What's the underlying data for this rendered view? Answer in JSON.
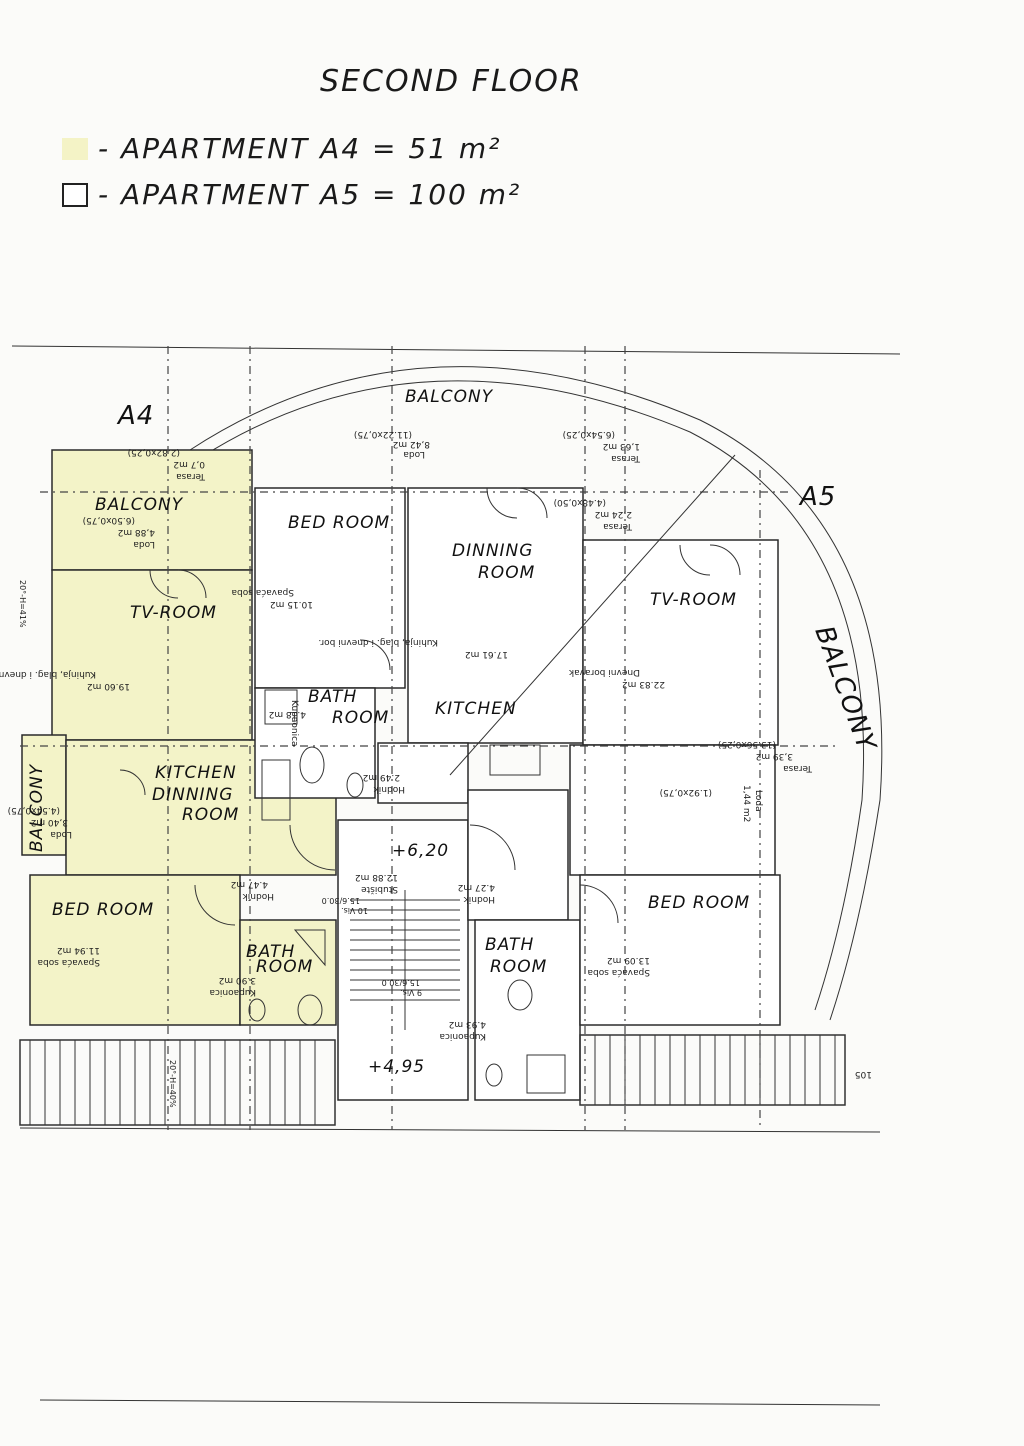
{
  "title": "SECOND FLOOR",
  "legend": {
    "a4": "- APARTMENT A4 = 51 m²",
    "a5": "- APARTMENT A5 = 100 m²"
  },
  "colors": {
    "a4_fill": "#f3f3c8",
    "a5_fill": "#ffffff"
  },
  "plan": {
    "label_a4": "A4",
    "label_a5": "A5",
    "rooms": {
      "balcony_top": "BALCONY",
      "a4_balcony": "BALCONY",
      "a4_tv_room": "TV-ROOM",
      "a4_kitchen": "KITCHEN",
      "a4_dinning": "DINNING",
      "a4_room": "ROOM",
      "a4_side_balcony": "BALCONY",
      "a4_bedroom": "BED ROOM",
      "a4_bath": "BATH",
      "a4_bath_room": "ROOM",
      "bedroom_center": "BED ROOM",
      "bath_center": "BATH",
      "bath_center_room": "ROOM",
      "dinning_room": "DINNING",
      "dinning_room2": "ROOM",
      "kitchen_center": "KITCHEN",
      "a5_tv_room": "TV-ROOM",
      "a5_bedroom": "BED ROOM",
      "a5_bath": "BATH",
      "a5_bath_room": "ROOM",
      "balcony_arc": "BALCONY"
    },
    "areas": {
      "top_balcony": "8,42 m2",
      "top_balcony_name": "Loda",
      "top_balcony_dims": "(11.22x0,75)",
      "terrace_right": "1,63 m2",
      "terrace_right_name": "Terasa",
      "terrace_right_dims": "(6.54x0,25)",
      "terrace_mid": "2,24 m2",
      "terrace_mid_name": "Terasa",
      "terrace_mid_dims": "(4.48x0,50)",
      "a4_terrace": "0,7 m2",
      "a4_terrace_name": "Terasa",
      "a4_terrace_dims": "(2.82x0,25)",
      "a4_loda": "4,88 m2",
      "a4_loda_name": "Loda",
      "a4_loda_dims": "(6.50x0,75)",
      "a4_living": "19.60 m2",
      "a4_living_name": "Kuhinja, blag. i dnevni bor.",
      "bedroom_c": "10.15 m2",
      "bedroom_c_name": "Spavaća soba",
      "kitchen_c": "17.61 m2",
      "kitchen_c_name": "Kuhinja, blag. i dnevni bor.",
      "a5_tv": "22.83 m2",
      "a5_tv_name": "Dnevni boravak",
      "bath_c": "4.18 m2",
      "bath_c_name": "Kupaonica",
      "hall_c": "2.49 m2",
      "hall_c_name": "Hodnik",
      "a5_terrace": "3,39 m2",
      "a5_terrace_name": "Terasa",
      "a5_terrace_dims": "(13.56x0,25)",
      "a5_loda": "1,44 m2",
      "a5_loda_name": "Loda",
      "a5_loda_dims": "(1.92x0,75)",
      "a4_side_loda": "3,40 m2",
      "a4_side_loda_name": "Loda",
      "a4_side_loda_dims": "(4.54x0,75)",
      "a4_hall": "4.47 m2",
      "a4_hall_name": "Hodnik",
      "stairs": "12.88 m2",
      "stairs_name": "Stubište",
      "a5_hall": "4.27 m2",
      "a5_hall_name": "Hodnik",
      "a4_bed": "11.94 m2",
      "a4_bed_name": "Spavaća soba",
      "a4_bath_area": "3.90 m2",
      "a4_bath_area_name": "Kupaonica",
      "a5_bed": "13.09 m2",
      "a5_bed_name": "Spavaća soba",
      "a5_bath_area": "4.93 m2",
      "a5_bath_area_name": "Kupaonica"
    },
    "levels": {
      "upper": "+6,20",
      "lower": "+4,95"
    },
    "stair_notes": {
      "a": "10 Vis.",
      "b": "15.6/30.0",
      "c": "9 Vis.",
      "d": "15.6/30.0"
    },
    "edge_note_left": "20°-H=41%",
    "edge_note_bottom": "20°-H=40%",
    "edge_note_right": "105"
  }
}
